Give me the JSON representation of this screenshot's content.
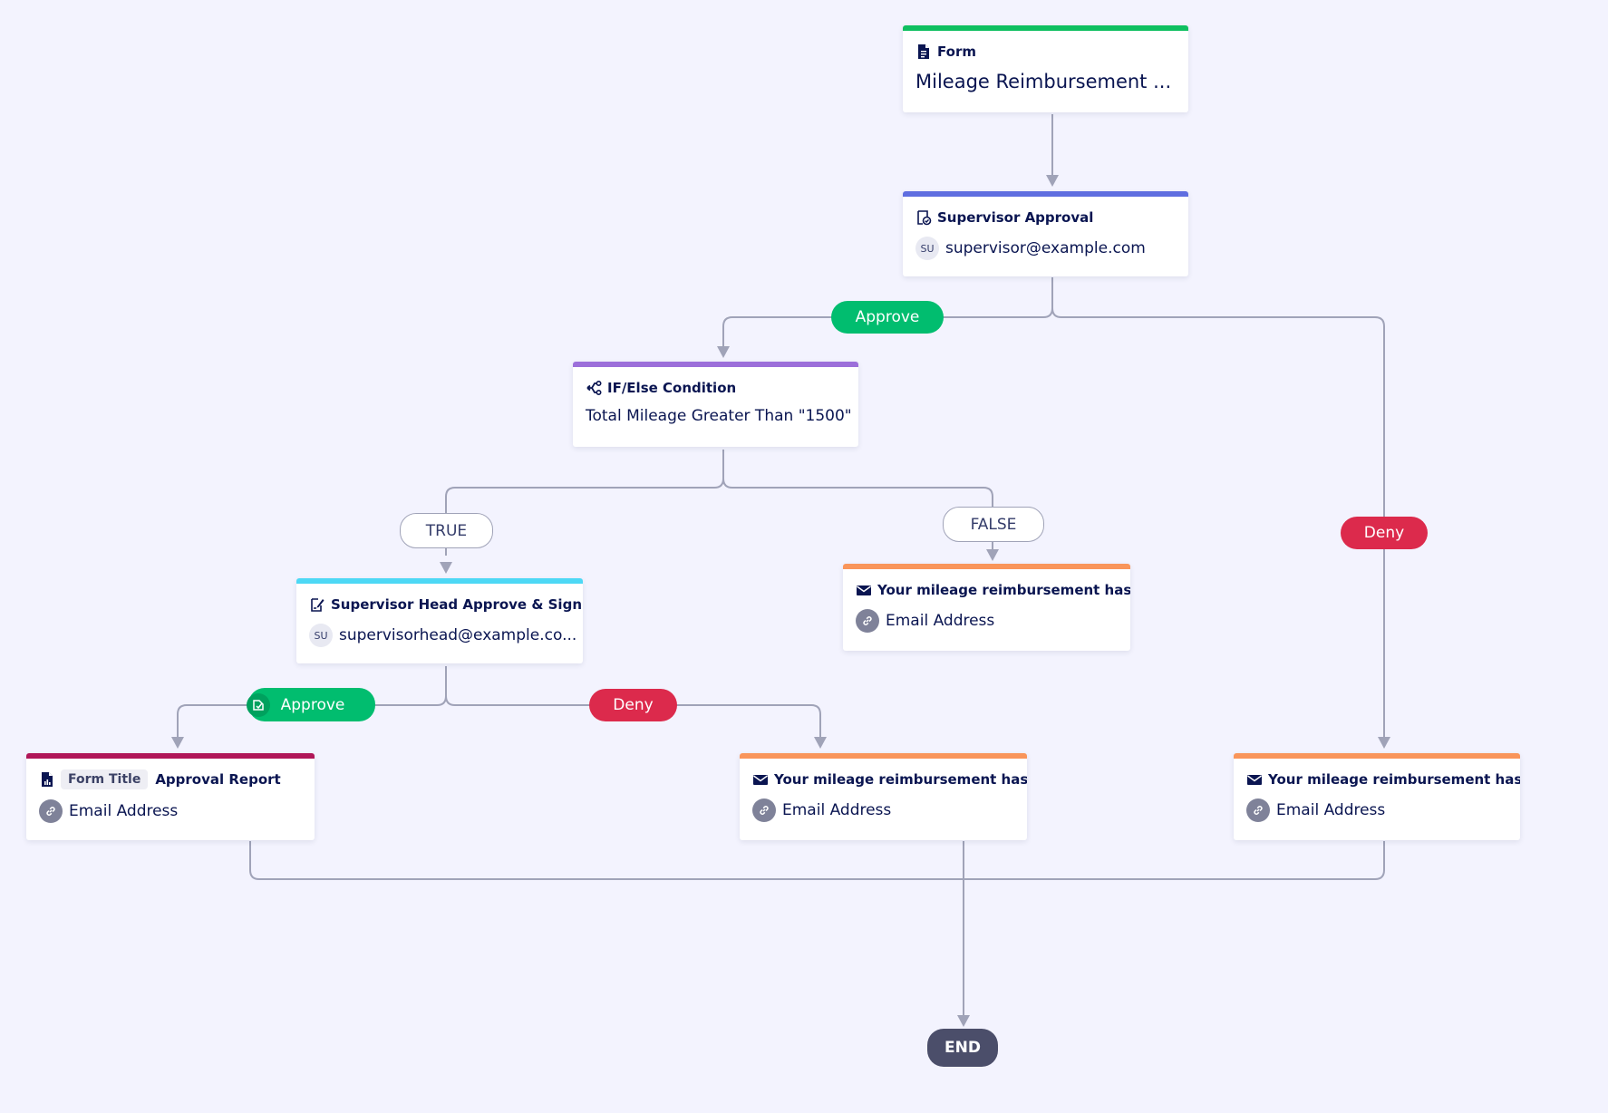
{
  "nodes": {
    "form": {
      "type_label": "Form",
      "title": "Mileage Reimbursement ...",
      "accent": "#0ebf60"
    },
    "supervisor_approval": {
      "type_label": "Supervisor Approval",
      "avatar": "SU",
      "assignee": "supervisor@example.com",
      "accent": "#5f6ee0"
    },
    "condition": {
      "type_label": "IF/Else Condition",
      "rule": "Total Mileage Greater Than \"1500\"",
      "accent": "#9c6fda"
    },
    "head_approve": {
      "type_label": "Supervisor Head Approve & Sign",
      "avatar": "SU",
      "assignee": "supervisorhead@example.co...",
      "accent": "#4dd8f5"
    },
    "email_false": {
      "subject": "Your mileage reimbursement has b",
      "recipient": "Email Address",
      "accent": "#f9955a"
    },
    "approval_report": {
      "tag": "Form Title",
      "title": "Approval Report",
      "recipient": "Email Address",
      "accent": "#b01658"
    },
    "email_head_deny": {
      "subject": "Your mileage reimbursement has b",
      "recipient": "Email Address",
      "accent": "#f9955a"
    },
    "email_supervisor_deny": {
      "subject": "Your mileage reimbursement has b",
      "recipient": "Email Address",
      "accent": "#f9955a"
    }
  },
  "branches": {
    "approve_1": "Approve",
    "deny_1": "Deny",
    "true_label": "TRUE",
    "false_label": "FALSE",
    "approve_2": "Approve",
    "deny_2": "Deny"
  },
  "end_label": "END",
  "colors": {
    "approve": "#01bd6f",
    "deny": "#dc2a4c",
    "connector": "#a0a3b8",
    "end": "#4b4e6a"
  }
}
